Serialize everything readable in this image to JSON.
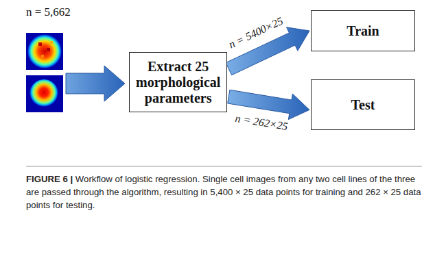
{
  "diagram": {
    "caption": "FIGURE 6 | Workflow of logistic regression. Single cell images from any two cell lines of the three are passed through the algorithm, resulting in 5,400 × 25 data points for training and 262 × 25 data points for testing.",
    "nodes": [
      {
        "text": [
          "Extract 25 morphological parameters"
        ]
      },
      {
        "text": [
          "Train"
        ]
      },
      {
        "text": [
          "Test"
        ]
      }
    ],
    "edges": [
      {
        "from": 0,
        "to": 1,
        "label": "n = 5400×25",
        "arrow": "to"
      },
      {
        "from": 0,
        "to": 2,
        "label": "n = 262×25",
        "arrow": "to"
      }
    ],
    "labels": [
      "n = 5,662"
    ]
  }
}
